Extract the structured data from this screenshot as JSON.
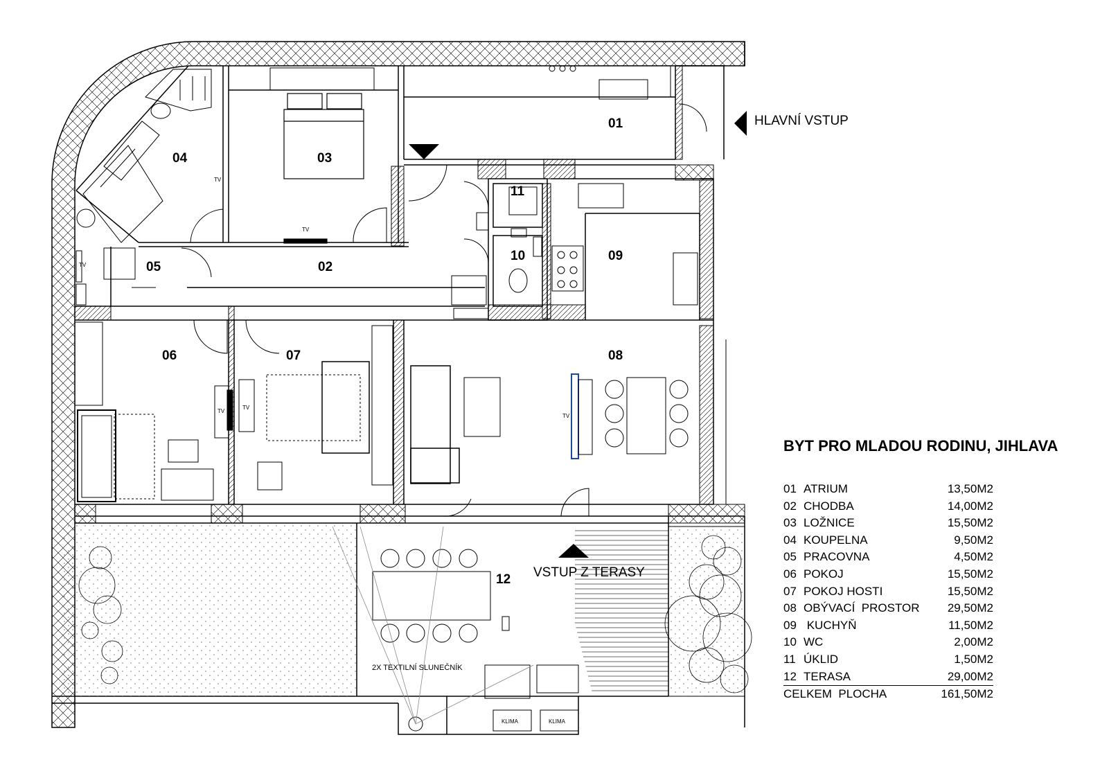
{
  "plan": {
    "rooms": [
      {
        "code": "01"
      },
      {
        "code": "02"
      },
      {
        "code": "03"
      },
      {
        "code": "04"
      },
      {
        "code": "05"
      },
      {
        "code": "06"
      },
      {
        "code": "07"
      },
      {
        "code": "08"
      },
      {
        "code": "09"
      },
      {
        "code": "10"
      },
      {
        "code": "11"
      },
      {
        "code": "12"
      }
    ],
    "tv_label": "TV",
    "entrance_main": "HLAVNÍ VSTUP",
    "entrance_terrace": "VSTUP Z TERASY",
    "umbrella_note": "2X TEXTILNÍ SLUNEČNÍK",
    "klima_label": "KLIMA"
  },
  "legend": {
    "title": "BYT PRO MLADOU RODINU, JIHLAVA",
    "rows": [
      {
        "code": "01",
        "name": "ATRIUM",
        "area": "13,50M2"
      },
      {
        "code": "02",
        "name": "CHODBA",
        "area": "14,00M2"
      },
      {
        "code": "03",
        "name": "LOŽNICE",
        "area": "15,50M2"
      },
      {
        "code": "04",
        "name": "KOUPELNA",
        "area": "9,50M2"
      },
      {
        "code": "05",
        "name": "PRACOVNA",
        "area": "4,50M2"
      },
      {
        "code": "06",
        "name": "POKOJ",
        "area": "15,50M2"
      },
      {
        "code": "07",
        "name": "POKOJ HOSTI",
        "area": "15,50M2"
      },
      {
        "code": "08",
        "name": "OBÝVACÍ  PROSTOR",
        "area": "29,50M2"
      },
      {
        "code": "09",
        "name": " KUCHYŇ",
        "area": "11,50M2"
      },
      {
        "code": "10",
        "name": "WC",
        "area": "2,00M2"
      },
      {
        "code": "11",
        "name": "ÚKLID",
        "area": "1,50M2"
      },
      {
        "code": "12",
        "name": "TERASA",
        "area": "29,00M2"
      }
    ],
    "total_label": "CELKEM  PLOCHA",
    "total_area": "161,50M2"
  }
}
